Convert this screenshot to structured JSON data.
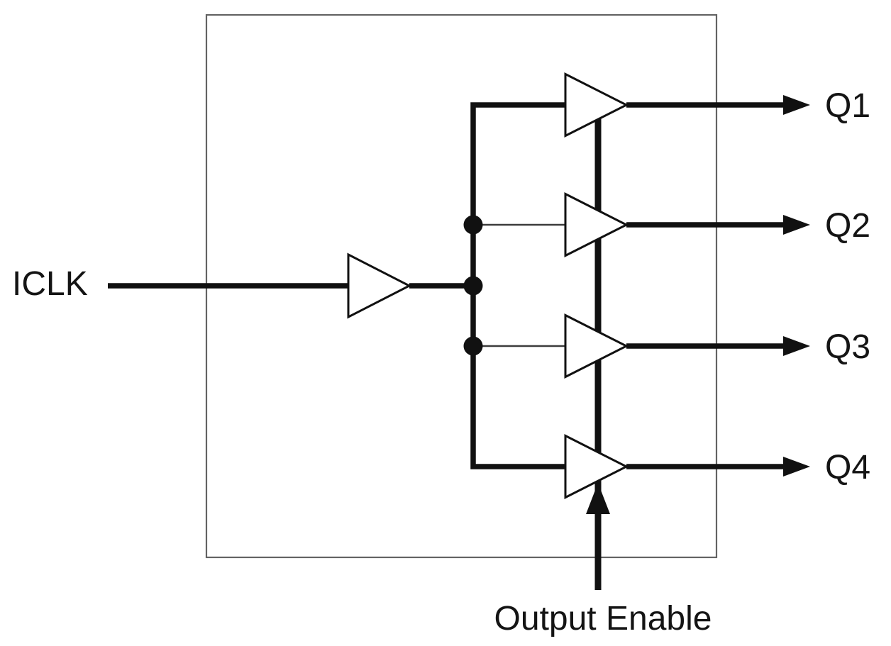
{
  "diagram": {
    "description": "Clock fan-out buffer block diagram: one input buffer driving four output buffers with a shared output-enable control line",
    "input": {
      "label": "ICLK"
    },
    "outputs": [
      {
        "label": "Q1"
      },
      {
        "label": "Q2"
      },
      {
        "label": "Q3"
      },
      {
        "label": "Q4"
      }
    ],
    "control": {
      "label": "Output Enable"
    },
    "colors": {
      "line": "#111111",
      "branch_line": "#3c3c3c",
      "box_border": "#636363",
      "buffer_fill": "#ffffff",
      "text": "#141414",
      "background": "#ffffff"
    }
  }
}
